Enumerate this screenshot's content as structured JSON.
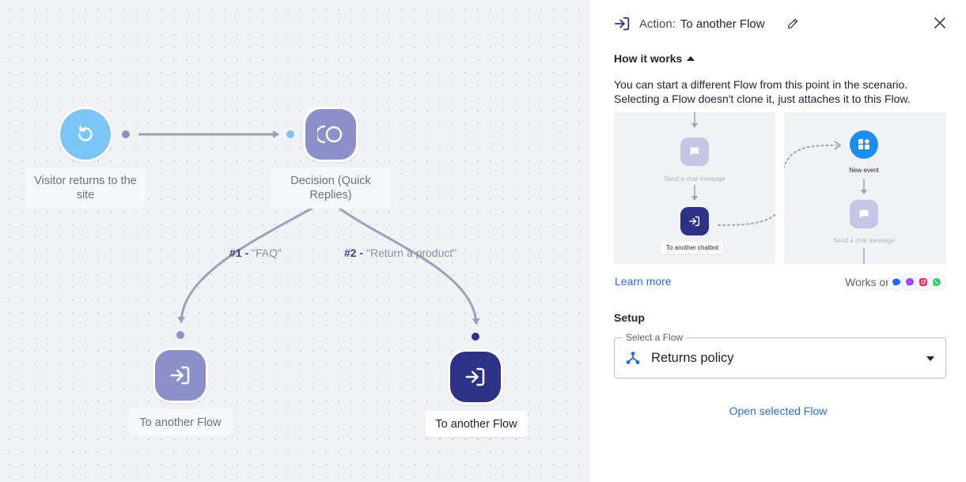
{
  "canvas": {
    "nodes": {
      "trigger": {
        "label": "Visitor returns to the site",
        "icon": "refresh-icon",
        "color": "#7cc6f7"
      },
      "decision": {
        "label": "Decision (Quick Replies)",
        "icon": "quick-replies-icon",
        "color": "#8d8fc9"
      },
      "flow_faq": {
        "label": "To another Flow",
        "icon": "enter-flow-icon",
        "color": "#8d8fc9"
      },
      "flow_return": {
        "label": "To another Flow",
        "icon": "enter-flow-icon",
        "color": "#2e3287"
      }
    },
    "edges": {
      "faq": {
        "num": "#1 -",
        "text": "\"FAQ\""
      },
      "return": {
        "num": "#2 -",
        "text": "\"Return a product\""
      }
    }
  },
  "panel": {
    "header": {
      "action_label": "Action:",
      "title": "To another Flow"
    },
    "how_it_works": "How it works",
    "description": "You can start a different Flow from this point in the scenario. Selecting a Flow doesn't clone it, just attaches it to this Flow.",
    "illustration": {
      "send_chat_message": "Send a chat message",
      "to_another_chatbot": "To another chatbot",
      "new_event": "New event"
    },
    "learn_more": "Learn more",
    "works_on": "Works on",
    "setup": "Setup",
    "select": {
      "label": "Select a Flow",
      "value": "Returns policy"
    },
    "open_selected": "Open selected Flow"
  },
  "colors": {
    "accent": "#2e3287",
    "link": "#2f6bd8",
    "node_light": "#8d8fc9",
    "trigger": "#7cc6f7"
  }
}
